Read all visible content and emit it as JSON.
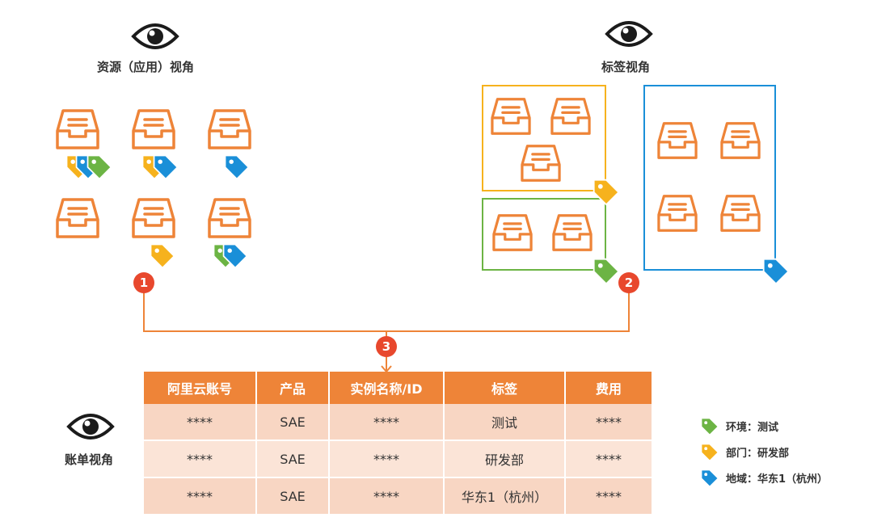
{
  "views": {
    "resource_view": "资源（应用）视角",
    "tag_view": "标签视角",
    "bill_view": "账单视角"
  },
  "badges": [
    "1",
    "2",
    "3"
  ],
  "colors": {
    "orange": "#ee8438",
    "yellow": "#f6b21d",
    "green": "#6cb444",
    "blue": "#1a8fd8",
    "badge_red": "#e8482d"
  },
  "table": {
    "headers": [
      "阿里云账号",
      "产品",
      "实例名称/ID",
      "标签",
      "费用"
    ],
    "rows": [
      [
        "****",
        "SAE",
        "****",
        "测试",
        "****"
      ],
      [
        "****",
        "SAE",
        "****",
        "研发部",
        "****"
      ],
      [
        "****",
        "SAE",
        "****",
        "华东1（杭州）",
        "****"
      ]
    ]
  },
  "legend": [
    {
      "text": "环境：测试",
      "color": "green"
    },
    {
      "text": "部门：研发部",
      "color": "yellow"
    },
    {
      "text": "地域：华东1（杭州）",
      "color": "blue"
    }
  ]
}
